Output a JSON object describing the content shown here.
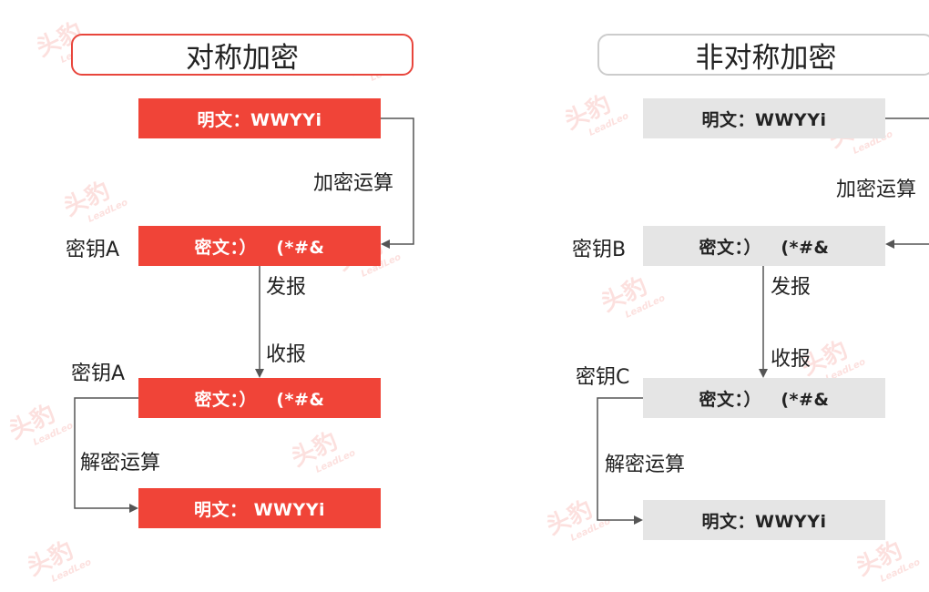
{
  "symmetric": {
    "title": "对称加密",
    "box_plain_top": "明文：WWYYi",
    "label_encrypt": "加密运算",
    "key_label_top": "密钥A",
    "box_cipher_top": "密文：）   (*#&",
    "label_send": "发报",
    "label_receive": "收报",
    "key_label_bottom": "密钥A",
    "box_cipher_bottom": "密文：）   (*#&",
    "label_decrypt": "解密运算",
    "box_plain_bottom": "明文： WWYYi"
  },
  "asymmetric": {
    "title": "非对称加密",
    "box_plain_top": "明文：WWYYi",
    "label_encrypt": "加密运算",
    "key_label_top": "密钥B",
    "box_cipher_top": "密文：）   (*#&",
    "label_send": "发报",
    "label_receive": "收报",
    "key_label_bottom": "密钥C",
    "box_cipher_bottom": "密文：）   (*#&",
    "label_decrypt": "解密运算",
    "box_plain_bottom": "明文：WWYYi"
  },
  "watermark": {
    "logo_text": "头豹",
    "sub_text": "LeadLeo"
  },
  "colors": {
    "accent_red": "#f04438",
    "box_gray": "#e5e5e5",
    "line": "#555555"
  }
}
